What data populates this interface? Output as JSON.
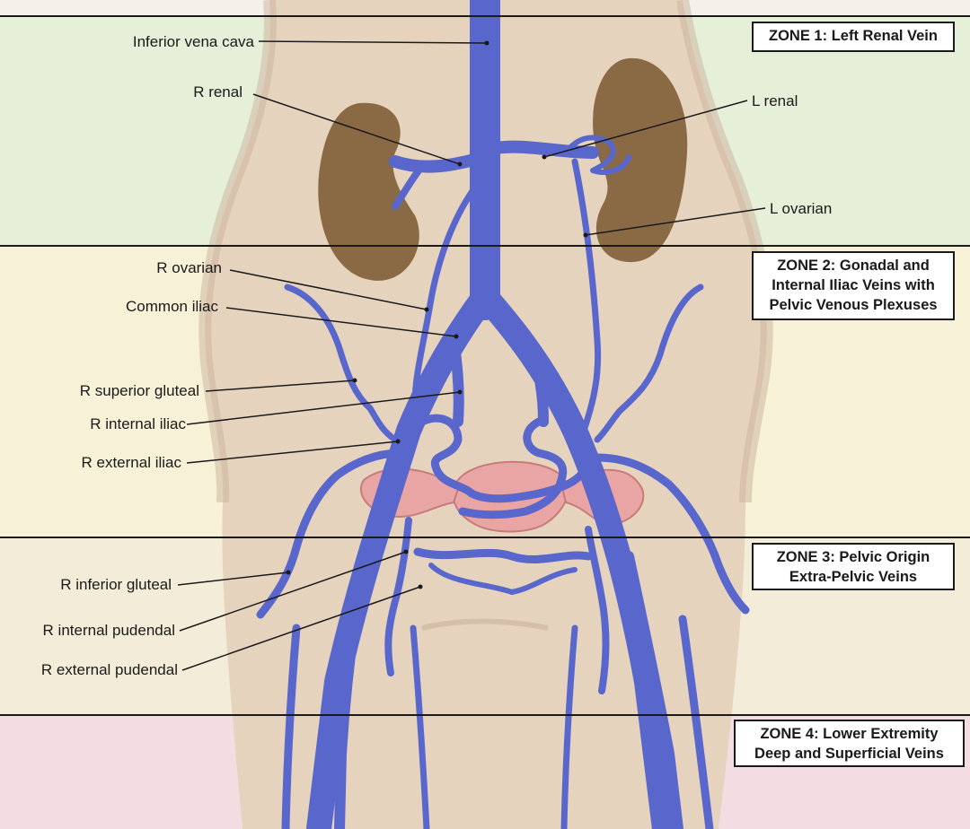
{
  "colors": {
    "zone1_bg": "#e6efd8",
    "zone2_bg": "#f7f1d7",
    "zone3_bg": "#f3ecd8",
    "zone4_bg": "#f4dde2",
    "skin": "#e6d3be",
    "skin_shadow": "#c9b29c",
    "vein": "#5967cc",
    "vein_dark": "#3d4aa6",
    "kidney": "#8a6a45",
    "uterus": "#e9a4a4",
    "divider": "#1a1a1a"
  },
  "zones": [
    {
      "lines": [
        "ZONE 1: Left Renal Vein"
      ]
    },
    {
      "lines": [
        "ZONE 2: Gonadal and",
        "Internal Iliac Veins with",
        "Pelvic Venous Plexuses"
      ]
    },
    {
      "lines": [
        "ZONE 3: Pelvic Origin",
        "Extra-Pelvic Veins"
      ]
    },
    {
      "lines": [
        "ZONE 4: Lower Extremity",
        "Deep and Superficial Veins"
      ]
    }
  ],
  "labels": {
    "inferior_vena_cava": "Inferior vena cava",
    "r_renal": "R renal",
    "l_renal": "L renal",
    "l_ovarian": "L ovarian",
    "r_ovarian": "R ovarian",
    "common_iliac": "Common iliac",
    "r_superior_gluteal": "R superior gluteal",
    "r_internal_iliac": "R internal iliac",
    "r_external_iliac": "R external iliac",
    "r_inferior_gluteal": "R inferior gluteal",
    "r_internal_pudendal": "R internal pudendal",
    "r_external_pudendal": "R external pudendal"
  }
}
